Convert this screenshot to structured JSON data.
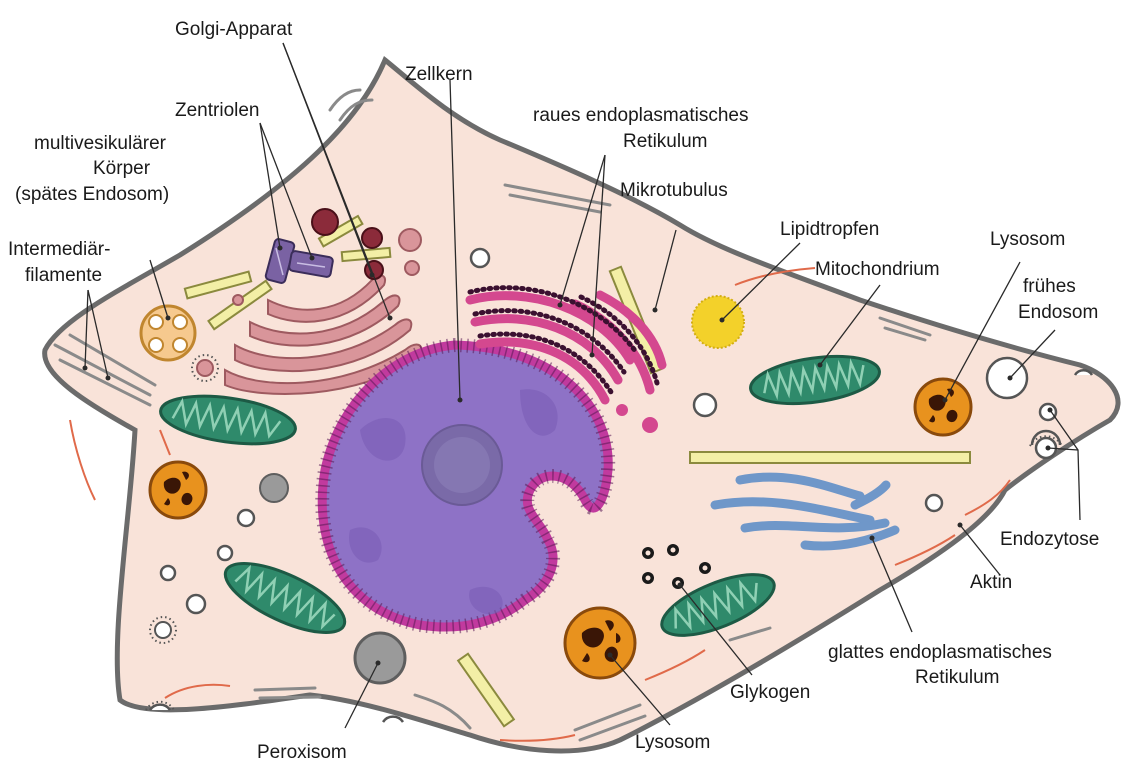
{
  "colors": {
    "cytoplasm": "#f9e3d9",
    "membrane": "#6b6b6b",
    "nucleus_envelope": "#c13a9e",
    "nucleoplasm": "#8e72c6",
    "nucleolus": "#7a6aa8",
    "rough_er": "#d4488f",
    "smooth_er": "#6f97c9",
    "golgi": "#d9959a",
    "mitochondrion": "#2f8a6b",
    "lysosome": "#e8921e",
    "lipid": "#f3d12a",
    "microtubule": "#f3efa6",
    "centriole": "#7a62a3",
    "actin": "#e06a4a",
    "peroxisome": "#9a9a9a"
  },
  "labels": {
    "golgi": "Golgi-Apparat",
    "zellkern": "Zellkern",
    "zentriolen": "Zentriolen",
    "rer_line1": "raues endoplasmatisches",
    "rer_line2": "Retikulum",
    "mvb_line1": "multivesikulärer",
    "mvb_line2": "Körper",
    "mvb_line3": "(spätes Endosom)",
    "mikrotubulus": "Mikrotubulus",
    "lipidtropfen": "Lipidtropfen",
    "lysosom_right": "Lysosom",
    "intermed_line1": "Intermediär-",
    "intermed_line2": "filamente",
    "mitochondrium": "Mitochondrium",
    "fruehes_line1": "frühes",
    "fruehes_line2": "Endosom",
    "endozytose": "Endozytose",
    "aktin": "Aktin",
    "ser_line1": "glattes endoplasmatisches",
    "ser_line2": "Retikulum",
    "glykogen": "Glykogen",
    "lysosom_bottom": "Lysosom",
    "peroxisom": "Peroxisom"
  }
}
